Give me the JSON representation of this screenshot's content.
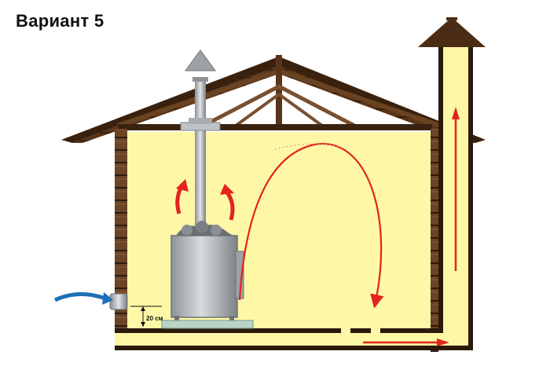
{
  "title": "Вариант 5",
  "dimension_label": "20 см",
  "colors": {
    "room_fill": "#fdf7a6",
    "wall_wood": "#5a3a1e",
    "roof": "#4a2c14",
    "steel": "#a8adb1",
    "airflow_red": "#e3231c",
    "intake_blue": "#1e6fb8"
  },
  "icons": {
    "hot_air": "curved-arrow-up",
    "intake": "curved-arrow-right",
    "exhaust": "arrow-up"
  }
}
